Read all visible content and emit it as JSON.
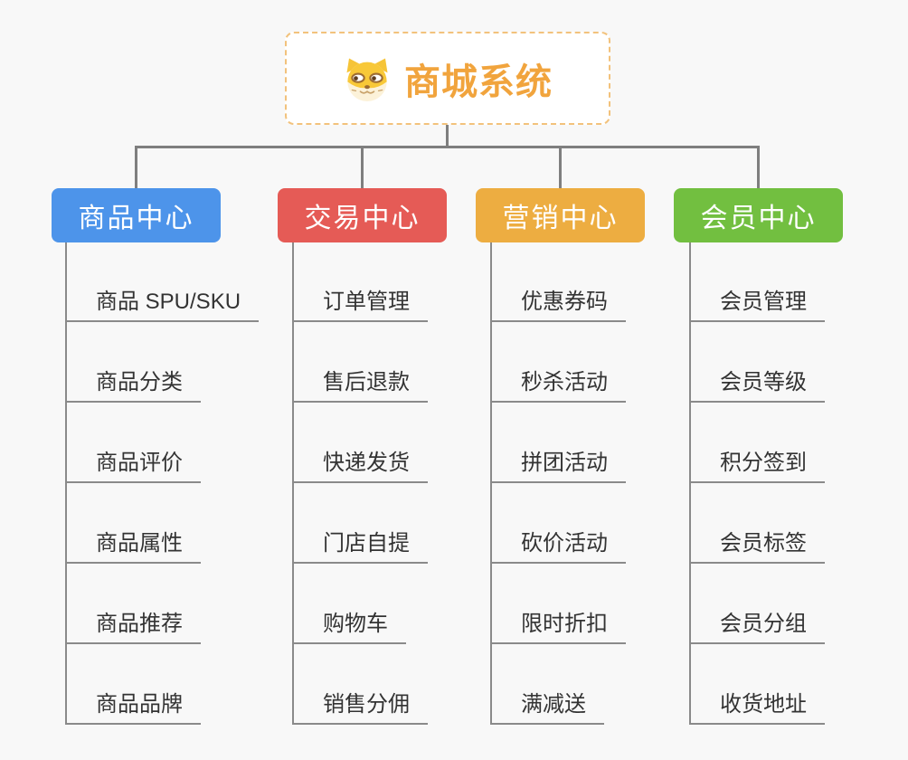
{
  "root": {
    "title": "商城系统",
    "icon": "dog-icon",
    "title_color": "#f1a43d",
    "border_color": "#f2c27c"
  },
  "branches": [
    {
      "label": "商品中心",
      "color": "#4d94ea",
      "items": [
        "商品 SPU/SKU",
        "商品分类",
        "商品评价",
        "商品属性",
        "商品推荐",
        "商品品牌"
      ]
    },
    {
      "label": "交易中心",
      "color": "#e55b56",
      "items": [
        "订单管理",
        "售后退款",
        "快递发货",
        "门店自提",
        "购物车",
        "销售分佣"
      ]
    },
    {
      "label": "营销中心",
      "color": "#edad41",
      "items": [
        "优惠券码",
        "秒杀活动",
        "拼团活动",
        "砍价活动",
        "限时折扣",
        "满减送"
      ]
    },
    {
      "label": "会员中心",
      "color": "#72bf40",
      "items": [
        "会员管理",
        "会员等级",
        "积分签到",
        "会员标签",
        "会员分组",
        "收货地址"
      ]
    }
  ],
  "palette": {
    "background": "#f8f8f8",
    "connector_line": "#7f7f7f",
    "underline": "#8a8a8a",
    "leaf_text": "#333333",
    "branch_text": "#ffffff"
  }
}
